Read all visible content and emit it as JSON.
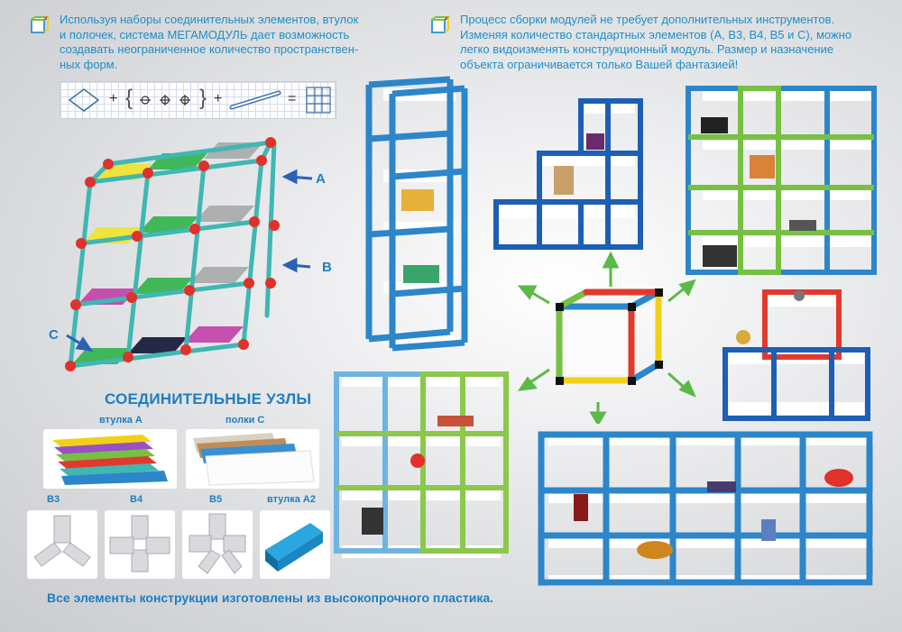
{
  "intro_left": [
    "Используя наборы соединительных элементов, втулок",
    "и полочек, система МЕГАМОДУЛЬ дает возможность",
    "создавать неограниченное количество пространствен-",
    "ных форм."
  ],
  "intro_right": [
    "Процесс сборки модулей не требует дополнительных инструментов.",
    "Изменяя количество стандартных элементов (А, В3, В4, В5 и С), можно",
    "легко видоизменять конструкционный модуль. Размер и назначение",
    "объекта ограничивается только Вашей фантазией!"
  ],
  "formula": {
    "plus1": "+",
    "plus2": "+",
    "equals": "=",
    "brace_open": "{",
    "brace_close": "}"
  },
  "diagram_labels": {
    "a": "A",
    "b": "B",
    "c": "C"
  },
  "section_title": "СОЕДИНИТЕЛЬНЫЕ УЗЛЫ",
  "parts": {
    "sleeve_a": "втулка А",
    "shelves_c": "полки С",
    "b3": "В3",
    "b4": "В4",
    "b5": "В5",
    "sleeve_a2": "втулка А2"
  },
  "footer": "Все элементы конструкции изготовлены из высокопрочного пластика.",
  "colors": {
    "blue": "#2c86c9",
    "green": "#76c043",
    "red": "#e03a2f",
    "yellow": "#f1d017",
    "teal": "#3fb7b3",
    "text": "#1f8fc8"
  }
}
